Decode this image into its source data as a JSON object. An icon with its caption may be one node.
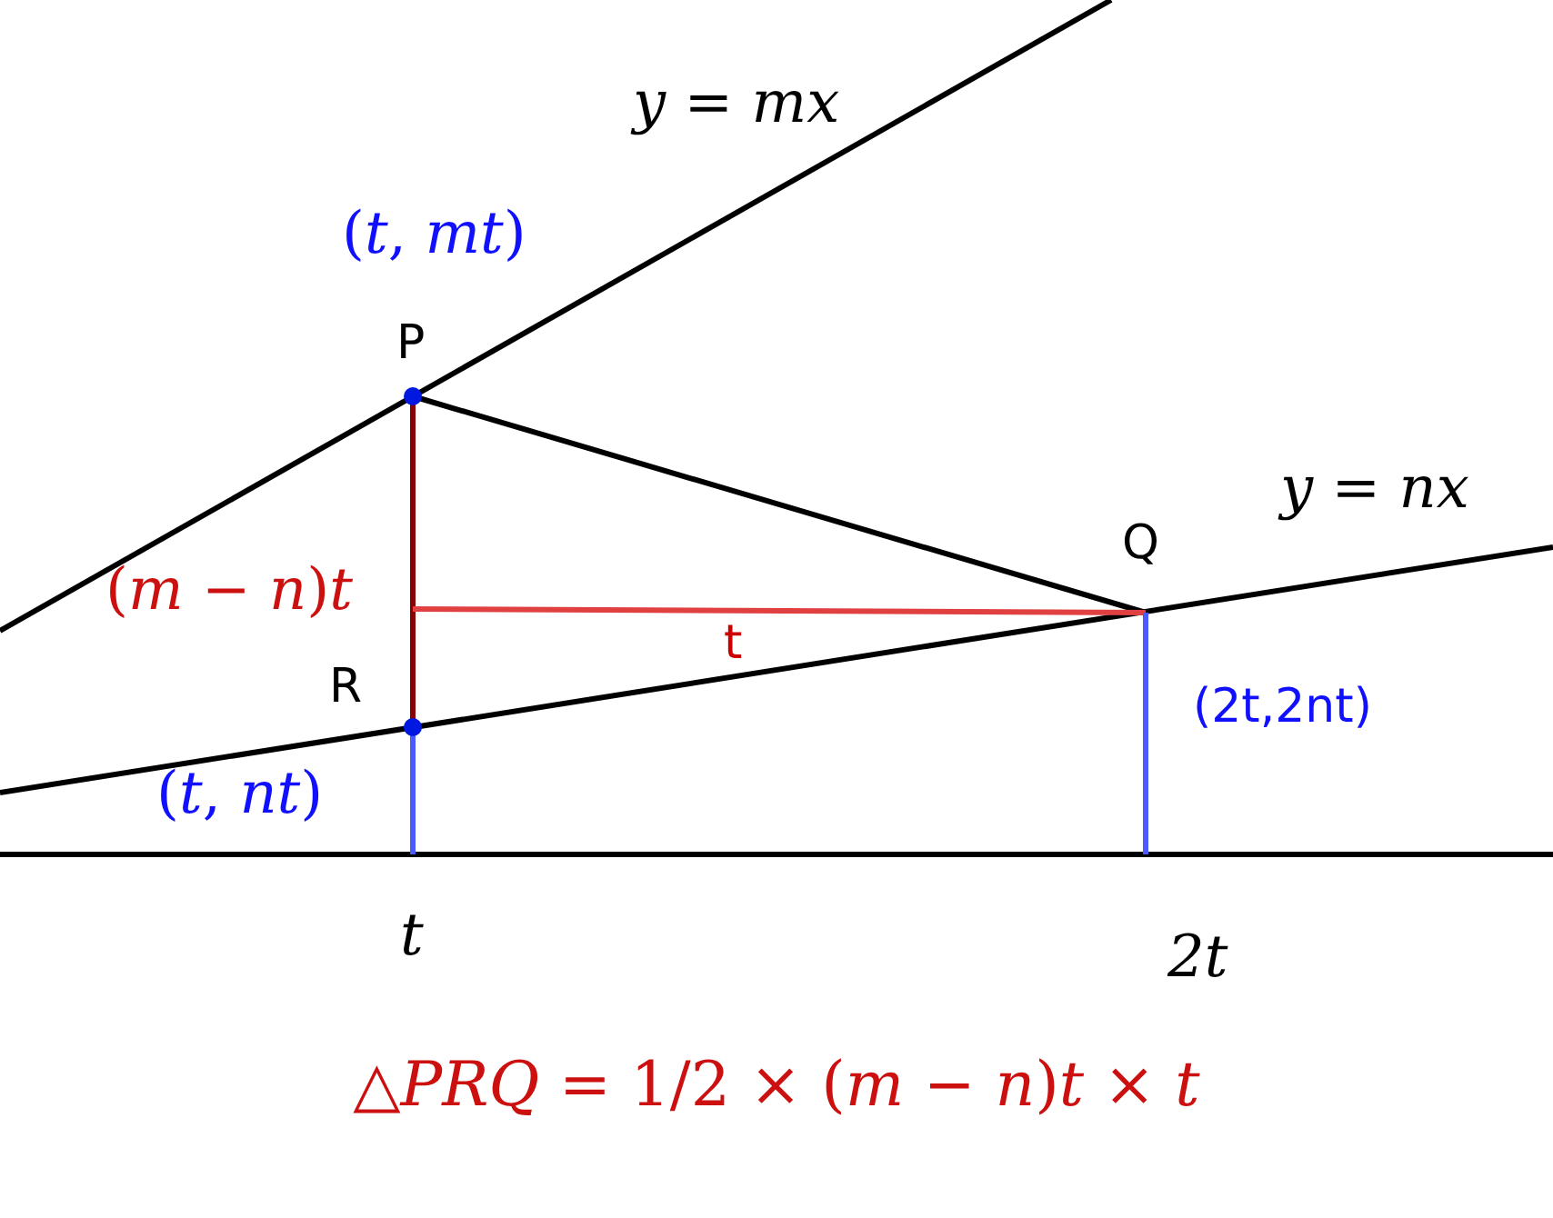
{
  "diagram": {
    "caption": "△*PRQ* = 1/2 × (*m* − *n*)*t* × *t*",
    "labels": [
      "*y* = *mx*",
      "(*t*, *mt*)",
      "P",
      "*y* = *nx*",
      "Q",
      "(*m* − *n*)*t*",
      "t",
      "R",
      "(2t,2nt)",
      "(*t*, *nt*)",
      "*t*",
      "2t"
    ]
  }
}
